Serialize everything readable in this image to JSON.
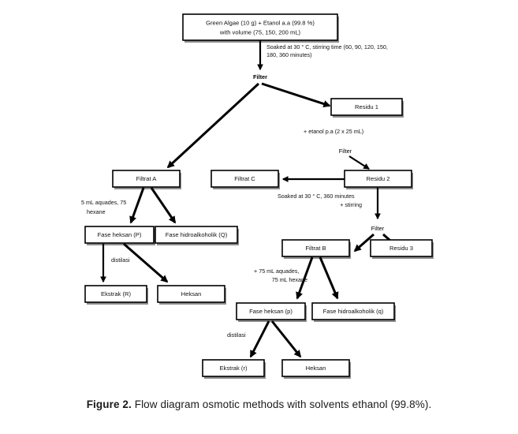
{
  "figure": {
    "caption_prefix": "Figure 2.",
    "caption_text": " Flow diagram osmotic methods with solvents ethanol (99.8%)."
  },
  "diagram": {
    "type": "flowchart",
    "title": "Flow diagram osmotic methods with solvents ethanol (99.8%)",
    "nodes": [
      {
        "id": "start",
        "label": "Green Algae (10 g) + Etanol a.a (99.8 %)",
        "label2": "with volume (75, 150, 200 mL)"
      },
      {
        "id": "residu1",
        "label": "Residu 1"
      },
      {
        "id": "filtratA",
        "label": "Filtrat A"
      },
      {
        "id": "filtratC",
        "label": "Filtrat C"
      },
      {
        "id": "residu2",
        "label": "Residu 2"
      },
      {
        "id": "faseP",
        "label": "Fase heksan (P)"
      },
      {
        "id": "faseQ",
        "label": "Fase hidroalkoholik (Q)"
      },
      {
        "id": "ekstrakR",
        "label": "Ekstrak (R)"
      },
      {
        "id": "heksanR",
        "label": "Heksan"
      },
      {
        "id": "filtratB",
        "label": "Filtrat B"
      },
      {
        "id": "residu3",
        "label": "Residu 3"
      },
      {
        "id": "fasep",
        "label": "Fase heksan (p)"
      },
      {
        "id": "faseq",
        "label": "Fase hidroalkoholik (q)"
      },
      {
        "id": "ekstrakr",
        "label": "Ekstrak (r)"
      },
      {
        "id": "heksanr",
        "label": "Heksan"
      }
    ],
    "annotations": [
      {
        "id": "soak1",
        "line1": "Soaked at 30 ° C, stirring time (60, 90, 120, 150,",
        "line2": "180, 360 minutes)"
      },
      {
        "id": "filter1",
        "line1": "Filter"
      },
      {
        "id": "etanol",
        "line1": "+ etanol p.a (2 x 25 mL)"
      },
      {
        "id": "filter2",
        "line1": "Filter"
      },
      {
        "id": "aquades1",
        "line1": "5 mL aquades, 75",
        "line2": "hexane"
      },
      {
        "id": "soak2",
        "line1": "Soaked at 30 ° C, 360 minutes",
        "line2": "+ stirring"
      },
      {
        "id": "filter3",
        "line1": "Filter"
      },
      {
        "id": "distil1",
        "line1": "distilasi"
      },
      {
        "id": "aquades2",
        "line1": "+ 75 mL aquades,",
        "line2": "75 mL hexane"
      },
      {
        "id": "distil2",
        "line1": "distilasi"
      }
    ],
    "colors": {
      "stroke": "#000000",
      "box_fill": "#ffffff",
      "shadow": "#7a7a7a",
      "text": "#111111",
      "background": "#ffffff"
    }
  }
}
